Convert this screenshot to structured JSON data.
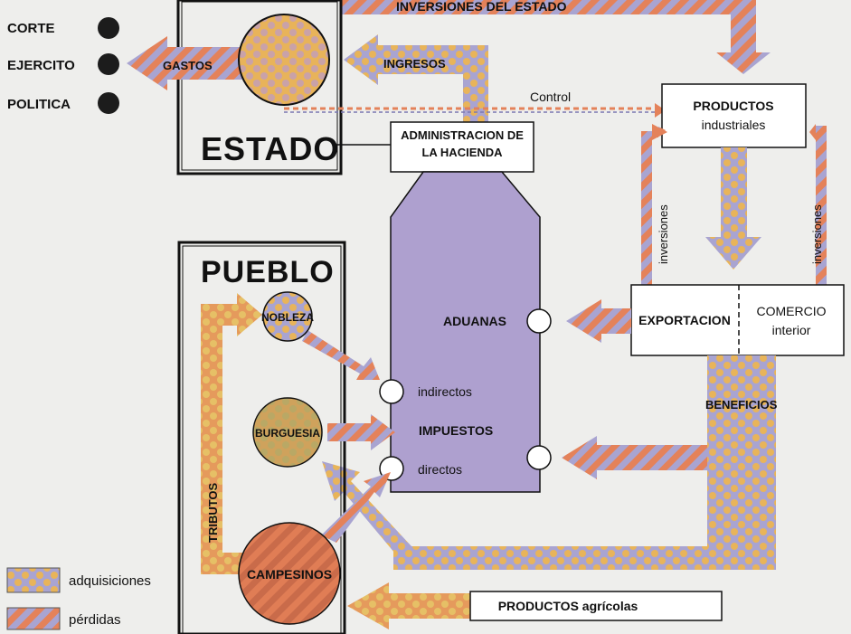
{
  "labels": {
    "corte": "CORTE",
    "ejercito": "EJERCITO",
    "politica": "POLITICA",
    "gastos": "GASTOS",
    "ingresos": "INGRESOS",
    "inversiones_estado": "INVERSIONES DEL ESTADO",
    "control": "Control",
    "estado": "ESTADO",
    "admin_line1": "ADMINISTRACION DE",
    "admin_line2": "LA HACIENDA",
    "productos_line1": "PRODUCTOS",
    "productos_line2": "industriales",
    "inversiones_left": "inversiones",
    "inversiones_right": "inversiones",
    "pueblo": "PUEBLO",
    "nobleza": "NOBLEZA",
    "burguesia": "BURGUESIA",
    "campesinos": "CAMPESINOS",
    "tributos": "TRIBUTOS",
    "aduanas": "ADUANAS",
    "indirectos": "indirectos",
    "impuestos": "IMPUESTOS",
    "directos": "directos",
    "exportacion": "EXPORTACION",
    "comercio_line1": "COMERCIO",
    "comercio_line2": "interior",
    "beneficios": "BENEFICIOS",
    "productos_agricolas": "PRODUCTOS agrícolas"
  },
  "legend": [
    {
      "key": "adquisiciones",
      "label": "adquisiciones"
    },
    {
      "key": "perdidas",
      "label": "pérdidas"
    }
  ],
  "colors": {
    "orange": "#e4825a",
    "lilac": "#a9a4d1",
    "yellow": "#e8b45a",
    "tank": "#aea0cf",
    "dot": "#1c1c1c",
    "background": "#eeeeec"
  }
}
